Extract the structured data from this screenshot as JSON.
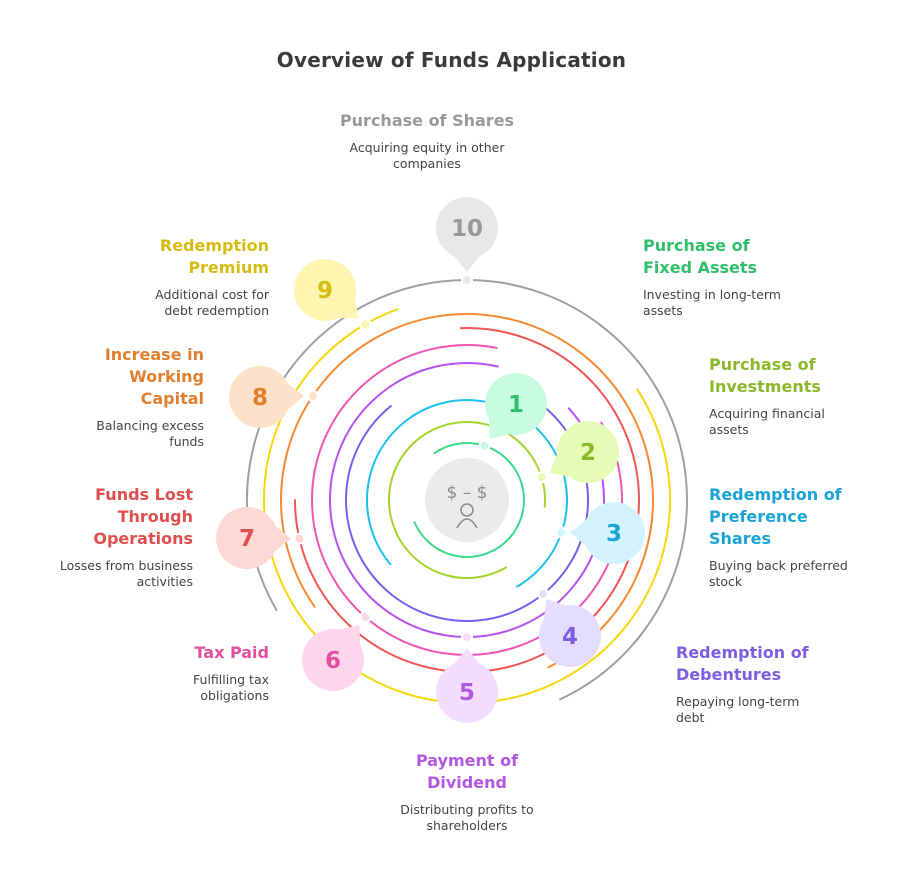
{
  "title": "Overview of Funds Application",
  "center_icon": "money-person-icon",
  "center_glyph": "$ – $",
  "items": [
    {
      "num": "1",
      "title": "Purchase of\nFixed Assets",
      "desc": "Investing in long-term\nassets",
      "color": "#2fbf6a",
      "bubble": "#c9fbe1",
      "ring": "#3fd98a"
    },
    {
      "num": "2",
      "title": "Purchase of\nInvestments",
      "desc": "Acquiring financial\nassets",
      "color": "#8ab82a",
      "bubble": "#e6fbb8",
      "ring": "#a2d52c"
    },
    {
      "num": "3",
      "title": "Redemption of\nPreference\nShares",
      "desc": "Buying back preferred\nstock",
      "color": "#1aa3d6",
      "bubble": "#d2f3fd",
      "ring": "#1ec0f0"
    },
    {
      "num": "4",
      "title": "Redemption of\nDebentures",
      "desc": "Repaying long-term\ndebt",
      "color": "#7a5fe0",
      "bubble": "#e4ddfd",
      "ring": "#7b5cf0"
    },
    {
      "num": "5",
      "title": "Payment of\nDividend",
      "desc": "Distributing profits to\nshareholders",
      "color": "#b058e0",
      "bubble": "#f3dcfd",
      "ring": "#b753f0"
    },
    {
      "num": "6",
      "title": "Tax Paid",
      "desc": "Fulfilling tax\nobligations",
      "color": "#e0509e",
      "bubble": "#fdd6ec",
      "ring": "#f055b3"
    },
    {
      "num": "7",
      "title": "Funds Lost\nThrough\nOperations",
      "desc": "Losses from business\nactivities",
      "color": "#e04e4e",
      "bubble": "#fdd8d6",
      "ring": "#f25555"
    },
    {
      "num": "8",
      "title": "Increase in\nWorking\nCapital",
      "desc": "Balancing excess\nfunds",
      "color": "#e07f2e",
      "bubble": "#fde0c8",
      "ring": "#f58a2e"
    },
    {
      "num": "9",
      "title": "Redemption\nPremium",
      "desc": "Additional cost for\ndebt redemption",
      "color": "#d4bd10",
      "bubble": "#fdf5b0",
      "ring": "#f5d70a"
    },
    {
      "num": "10",
      "title": "Purchase of Shares",
      "desc": "Acquiring equity in other\ncompanies",
      "color": "#999999",
      "bubble": "#e8e8e8",
      "ring": "#a0a0a0"
    }
  ]
}
